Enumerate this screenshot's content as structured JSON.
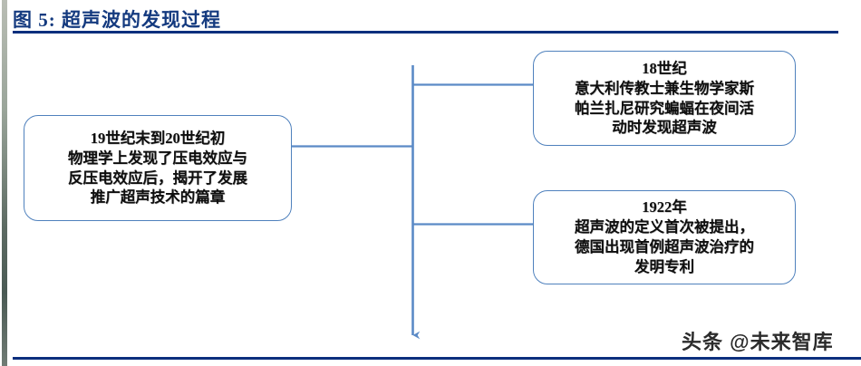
{
  "figure": {
    "title": "图 5: 超声波的发现过程",
    "title_color": "#143a7f",
    "rule_color": "#0b2f7d",
    "accent_bar_color": "#5d6b63",
    "connector_color": "#4f81bd",
    "box_border_color": "#4f81bd",
    "background_color": "#ffffff"
  },
  "diagram": {
    "type": "flowchart",
    "nodes": [
      {
        "id": "origin",
        "role": "root",
        "lines": [
          "19世纪末到20世纪初",
          "物理学上发现了压电效应与",
          "反压电效应后，揭开了发展",
          "推广超声技术的篇章"
        ]
      },
      {
        "id": "18th-century",
        "role": "branch",
        "lines": [
          "18世纪",
          "意大利传教士兼生物学家斯",
          "帕兰扎尼研究蝙蝠在夜间活",
          "动时发现超声波"
        ]
      },
      {
        "id": "1922",
        "role": "branch",
        "lines": [
          "1922年",
          "超声波的定义首次被提出，",
          "德国出现首例超声波治疗的",
          "发明专利"
        ]
      }
    ],
    "edges": [
      {
        "from": "origin",
        "to": "trunk",
        "style": "elbow"
      },
      {
        "from": "trunk",
        "to": "18th-century",
        "style": "elbow"
      },
      {
        "from": "trunk",
        "to": "1922",
        "style": "elbow"
      },
      {
        "from": "trunk",
        "to": "future",
        "style": "arrow-down"
      }
    ]
  },
  "watermark": {
    "text": "头条 @未来智库"
  }
}
